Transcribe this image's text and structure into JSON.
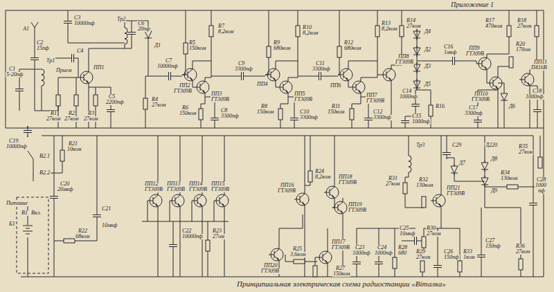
{
  "diagram": {
    "caption": "Принципиальная электрическая схема радиостанции «Віталка»",
    "labels": [
      "Приложение 1",
      "А1",
      "С3",
      "10000пф",
      "С2",
      "15пф",
      "С1",
      "5-20пф",
      "Тр1",
      "Прием",
      "С4",
      "ПП1",
      "R1",
      "27ком",
      "R2",
      "27ком",
      "R3",
      "27ком",
      "С5",
      "2200пф",
      "Тр2",
      "С6",
      "20пф",
      "Д1",
      "R4",
      "27ком",
      "С7",
      "10000пф",
      "R5",
      "150ком",
      "ПП2",
      "ГТ309В",
      "ПП3",
      "ГТ309В",
      "R6",
      "150ком",
      "R7",
      "8,2ком",
      "С8",
      "3300пф",
      "С9",
      "3300пф",
      "R9",
      "680ком",
      "ПП4",
      "ПП5",
      "ГТ309В",
      "R8",
      "150ком",
      "R10",
      "8,2ком",
      "С10",
      "3300пф",
      "С11",
      "3300пф",
      "R12",
      "680ком",
      "ПП6",
      "ПП7",
      "ГТ309В",
      "R11",
      "150ком",
      "R13",
      "8,2ком",
      "С12",
      "3300пф",
      "R14",
      "27ком",
      "ПП8",
      "ГТ309В",
      "Д4",
      "Д2",
      "Д3",
      "Д5",
      "С14",
      "1000пф",
      "R16",
      "С15",
      "1000пф",
      "С16",
      "1мкф",
      "R17",
      "470ком",
      "R18",
      "27ком",
      "ПП9",
      "ГТ309В",
      "ПП10",
      "ГТ309В",
      "R20",
      "170ом",
      "ПП11",
      "П416В",
      "С17",
      "3300пф",
      "Д6",
      "С18",
      "1000пф",
      "С19",
      "10000пф",
      "R21",
      "10ком",
      "В2.1",
      "В2.2",
      "С20",
      "20мкф",
      "Питание",
      "В1",
      "Вкл.",
      "Б1",
      "R22",
      "68ком",
      "С21",
      "10мкф",
      "ПП12",
      "ГТ309В",
      "ПП13",
      "ГТ309В",
      "ПП14",
      "ГТ309В",
      "ПП15",
      "ГТ309В",
      "С22",
      "10000пф",
      "R23",
      "27ом",
      "R24",
      "8,2ком",
      "ПП16",
      "ГТ309В",
      "ПП18",
      "ГТ309В",
      "ПП19",
      "ГТ309В",
      "ПП20",
      "ГТ309В",
      "R25",
      "3,6ком",
      "ПП17",
      "ГТ309В",
      "R27",
      "150ком",
      "С23",
      "1000пф",
      "С24",
      "1000пф",
      "R28",
      "680",
      "С25",
      "10мкф",
      "R29",
      "27ком",
      "R30",
      "27ком",
      "Тр3",
      "R31",
      "27ком",
      "R32",
      "130ком",
      "ПП21",
      "ГТ309В",
      "С26",
      "150пф",
      "R33",
      "1ком",
      "С29",
      "Д7",
      "Д220",
      "Д8",
      "Д9",
      "R34",
      "130ком",
      "R35",
      "27ком",
      "С27",
      "150пф",
      "R36",
      "27ком",
      "С28",
      "1000",
      "пф"
    ]
  }
}
